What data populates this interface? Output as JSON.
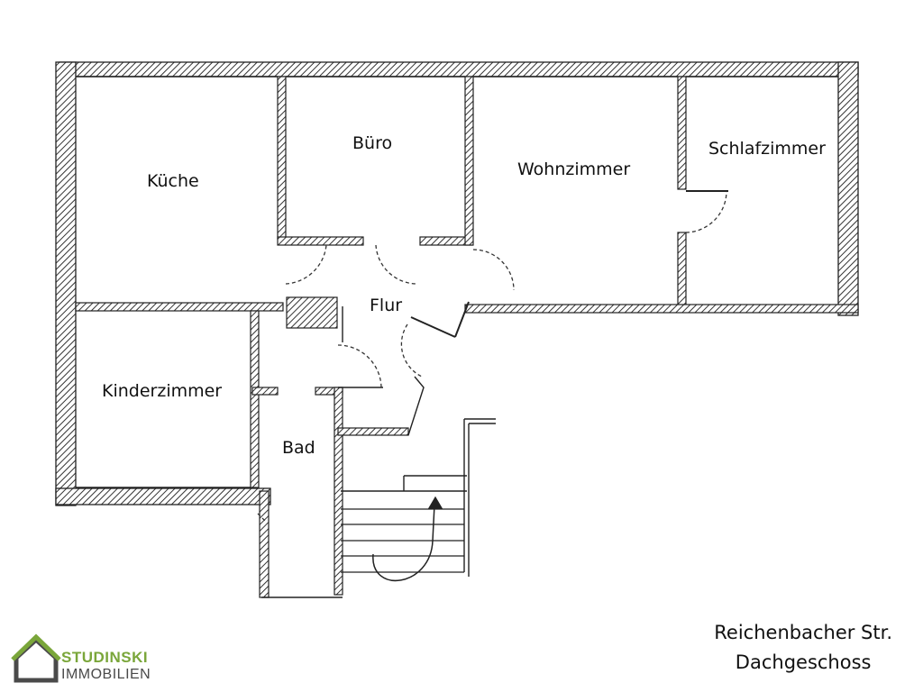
{
  "rooms": {
    "kueche": "Küche",
    "buero": "Büro",
    "wohnzimmer": "Wohnzimmer",
    "schlafzimmer": "Schlafzimmer",
    "flur": "Flur",
    "kinderzimmer": "Kinderzimmer",
    "bad": "Bad"
  },
  "caption": {
    "street": "Reichenbacher Str.",
    "floor": "Dachgeschoss"
  },
  "logo": {
    "name": "STUDINSKI",
    "sub": "IMMOBILIEN",
    "color": "#7aa63a",
    "house_color": "#4a4a4a",
    "icon": "house-logo-icon"
  },
  "colors": {
    "ink": "#222222",
    "hatch": "#333333"
  }
}
